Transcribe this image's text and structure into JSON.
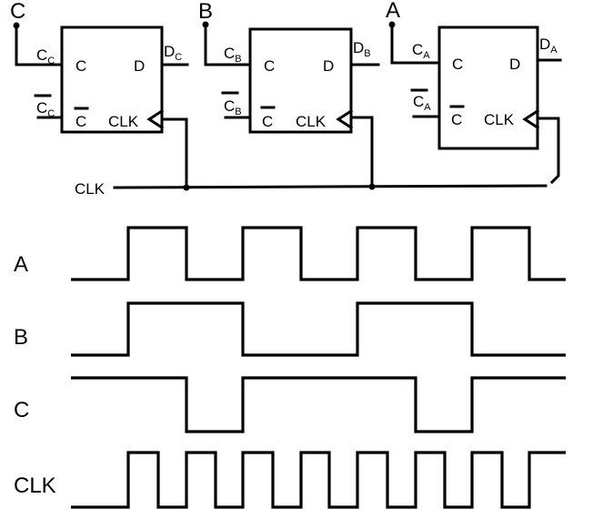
{
  "circuit": {
    "flipflops": [
      {
        "id": "C",
        "output_label": "C",
        "pins": {
          "c": "C",
          "cbar": "C",
          "d": "D",
          "clk": "CLK"
        },
        "ext_c": {
          "main": "C",
          "sub": "C"
        },
        "ext_cbar": {
          "main": "C",
          "sub": "C"
        },
        "ext_d": {
          "main": "D",
          "sub": "C"
        }
      },
      {
        "id": "B",
        "output_label": "B",
        "pins": {
          "c": "C",
          "cbar": "C",
          "d": "D",
          "clk": "CLK"
        },
        "ext_c": {
          "main": "C",
          "sub": "B"
        },
        "ext_cbar": {
          "main": "C",
          "sub": "B"
        },
        "ext_d": {
          "main": "D",
          "sub": "B"
        }
      },
      {
        "id": "A",
        "output_label": "A",
        "pins": {
          "c": "C",
          "cbar": "C",
          "d": "D",
          "clk": "CLK"
        },
        "ext_c": {
          "main": "C",
          "sub": "A"
        },
        "ext_cbar": {
          "main": "C",
          "sub": "A"
        },
        "ext_d": {
          "main": "D",
          "sub": "A"
        }
      }
    ],
    "clock_input_label": "CLK"
  },
  "timing": {
    "signals": [
      {
        "name": "A",
        "levels": [
          0,
          0,
          1,
          1,
          0,
          0,
          1,
          1,
          0,
          0,
          1,
          1,
          0,
          0,
          1,
          1,
          0
        ]
      },
      {
        "name": "B",
        "levels": [
          0,
          0,
          1,
          1,
          1,
          1,
          0,
          0,
          0,
          0,
          1,
          1,
          1,
          1,
          0,
          0,
          0
        ]
      },
      {
        "name": "C",
        "levels": [
          1,
          1,
          1,
          1,
          0,
          0,
          1,
          1,
          1,
          1,
          1,
          1,
          0,
          0,
          1,
          1,
          1
        ]
      },
      {
        "name": "CLK",
        "levels": [
          0,
          0,
          1,
          0,
          1,
          0,
          1,
          0,
          1,
          0,
          1,
          0,
          1,
          0,
          1,
          0,
          1
        ]
      }
    ]
  }
}
